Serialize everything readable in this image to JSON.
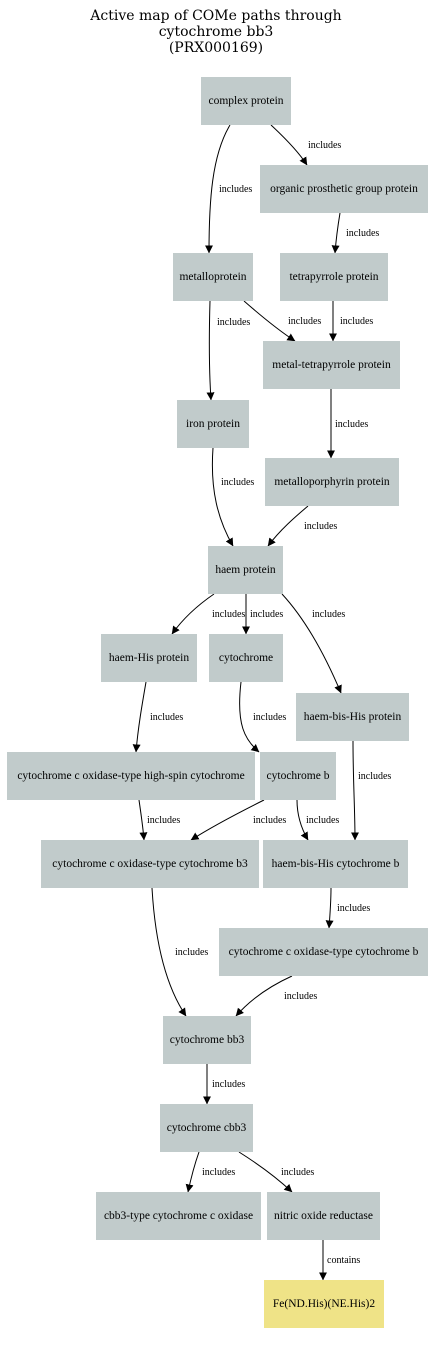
{
  "title": {
    "line1": "Active map of COMe paths through",
    "line2": "cytochrome bb3",
    "line3": "(PRX000169)"
  },
  "colors": {
    "node_fill": "#c1cbcb",
    "highlight_fill": "#efe387",
    "edge": "#000000"
  },
  "nodes": [
    {
      "id": "complex",
      "label": "complex protein",
      "highlight": false
    },
    {
      "id": "organic",
      "label": "organic prosthetic group protein",
      "highlight": false
    },
    {
      "id": "metallo",
      "label": "metalloprotein",
      "highlight": false
    },
    {
      "id": "tetrapyrrole",
      "label": "tetrapyrrole protein",
      "highlight": false
    },
    {
      "id": "metaltetra",
      "label": "metal-tetrapyrrole protein",
      "highlight": false
    },
    {
      "id": "iron",
      "label": "iron protein",
      "highlight": false
    },
    {
      "id": "metalloporph",
      "label": "metalloporphyrin protein",
      "highlight": false
    },
    {
      "id": "haem",
      "label": "haem protein",
      "highlight": false
    },
    {
      "id": "haemhis",
      "label": "haem-His protein",
      "highlight": false
    },
    {
      "id": "cytochrome",
      "label": "cytochrome",
      "highlight": false
    },
    {
      "id": "haembishis",
      "label": "haem-bis-His protein",
      "highlight": false
    },
    {
      "id": "cox_hs",
      "label": "cytochrome c oxidase-type high-spin cytochrome",
      "highlight": false
    },
    {
      "id": "cytb",
      "label": "cytochrome b",
      "highlight": false
    },
    {
      "id": "cox_b3",
      "label": "cytochrome c oxidase-type cytochrome b3",
      "highlight": false
    },
    {
      "id": "hbh_cytb",
      "label": "haem-bis-His cytochrome b",
      "highlight": false
    },
    {
      "id": "cox_b",
      "label": "cytochrome c oxidase-type cytochrome b",
      "highlight": false
    },
    {
      "id": "bb3",
      "label": "cytochrome bb3",
      "highlight": false
    },
    {
      "id": "cbb3",
      "label": "cytochrome cbb3",
      "highlight": false
    },
    {
      "id": "cbb3ox",
      "label": "cbb3-type cytochrome c oxidase",
      "highlight": false
    },
    {
      "id": "nor",
      "label": "nitric oxide reductase",
      "highlight": false
    },
    {
      "id": "fe",
      "label": "Fe(ND.His)(NE.His)2",
      "highlight": true
    }
  ],
  "edges": [
    {
      "from": "complex",
      "to": "metallo",
      "label": "includes"
    },
    {
      "from": "complex",
      "to": "organic",
      "label": "includes"
    },
    {
      "from": "organic",
      "to": "tetrapyrrole",
      "label": "includes"
    },
    {
      "from": "metallo",
      "to": "iron",
      "label": "includes"
    },
    {
      "from": "metallo",
      "to": "metaltetra",
      "label": "includes"
    },
    {
      "from": "tetrapyrrole",
      "to": "metaltetra",
      "label": "includes"
    },
    {
      "from": "metaltetra",
      "to": "metalloporph",
      "label": "includes"
    },
    {
      "from": "iron",
      "to": "haem",
      "label": "includes"
    },
    {
      "from": "metalloporph",
      "to": "haem",
      "label": "includes"
    },
    {
      "from": "haem",
      "to": "haemhis",
      "label": "includes"
    },
    {
      "from": "haem",
      "to": "cytochrome",
      "label": "includes"
    },
    {
      "from": "haem",
      "to": "haembishis",
      "label": "includes"
    },
    {
      "from": "haemhis",
      "to": "cox_hs",
      "label": "includes"
    },
    {
      "from": "cytochrome",
      "to": "cytb",
      "label": "includes"
    },
    {
      "from": "cox_hs",
      "to": "cox_b3",
      "label": "includes"
    },
    {
      "from": "cytb",
      "to": "cox_b3",
      "label": "includes"
    },
    {
      "from": "cytb",
      "to": "hbh_cytb",
      "label": "includes"
    },
    {
      "from": "haembishis",
      "to": "hbh_cytb",
      "label": "includes"
    },
    {
      "from": "hbh_cytb",
      "to": "cox_b",
      "label": "includes"
    },
    {
      "from": "cox_b3",
      "to": "bb3",
      "label": "includes"
    },
    {
      "from": "cox_b",
      "to": "bb3",
      "label": "includes"
    },
    {
      "from": "bb3",
      "to": "cbb3",
      "label": "includes"
    },
    {
      "from": "cbb3",
      "to": "cbb3ox",
      "label": "includes"
    },
    {
      "from": "cbb3",
      "to": "nor",
      "label": "includes"
    },
    {
      "from": "nor",
      "to": "fe",
      "label": "contains"
    }
  ]
}
